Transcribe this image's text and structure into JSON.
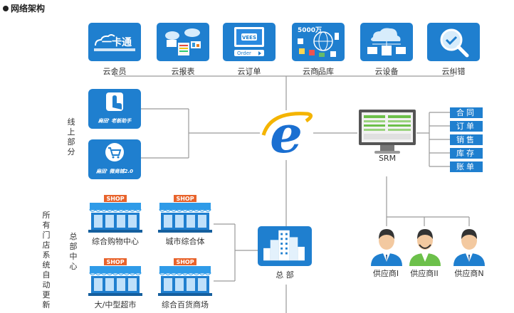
{
  "title": "网络架构",
  "cloud_services": [
    {
      "id": "member",
      "tile_text": "一卡通",
      "label": "云会员"
    },
    {
      "id": "report",
      "tile_text": "",
      "label": "云报表"
    },
    {
      "id": "order",
      "tile_text": "VEES",
      "tile_subtext": "Order",
      "label": "云订单"
    },
    {
      "id": "product",
      "tile_text": "5000万",
      "label": "云商品库"
    },
    {
      "id": "device",
      "tile_text": "",
      "label": "云设备"
    },
    {
      "id": "error",
      "tile_text": "",
      "label": "云纠错"
    }
  ],
  "online_label": "线上部分",
  "online_apps": [
    {
      "id": "helper",
      "label": "扁田' 老板助手"
    },
    {
      "id": "mall",
      "label": "扁田' 微商城2.0"
    }
  ],
  "srm": {
    "label": "SRM",
    "items": [
      "合同",
      "订单",
      "销售",
      "库存",
      "账单"
    ]
  },
  "left_vertical_label": "所有门店系统自动更新",
  "hq_vertical_label": "总部中心",
  "stores": [
    {
      "id": "mall-center",
      "sign": "SHOP",
      "label": "综合购物中心"
    },
    {
      "id": "city-complex",
      "sign": "SHOP",
      "label": "城市综合体"
    },
    {
      "id": "supermarket",
      "sign": "SHOP",
      "label": "大/中型超市"
    },
    {
      "id": "department",
      "sign": "SHOP",
      "label": "综合百货商场"
    }
  ],
  "hq_label": "总 部",
  "suppliers": [
    {
      "id": "s1",
      "label": "供应商I"
    },
    {
      "id": "s2",
      "label": "供应商II"
    },
    {
      "id": "sn",
      "label": "供应商N"
    }
  ],
  "colors": {
    "accent": "#1f7fcf",
    "line": "#9a9a9a",
    "ie_blue": "#1a6fd1",
    "green": "#6cc04a"
  }
}
